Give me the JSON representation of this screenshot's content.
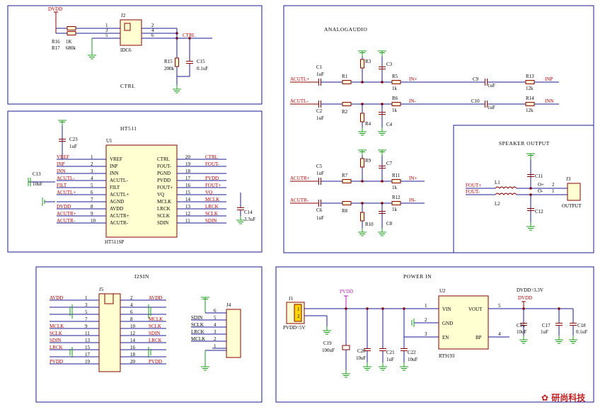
{
  "colors": {
    "frame": "#1b1b8f",
    "wire": "#8b0000",
    "ground": "#1a9c1a",
    "power": "#b11eb1",
    "part": "#ffffd2"
  },
  "ctrl": {
    "title": "CTRL",
    "dvdd": "DVDD",
    "j2": "J2",
    "j2v": "IDC6",
    "r16": "R16",
    "r17": "R17",
    "r16v": "1K",
    "r17v": "680k",
    "r15": "R15",
    "r15v": "200k",
    "c15": "C15",
    "c15v": "0.1uF",
    "net": "CTRL",
    "p1": "1",
    "p2": "2",
    "p3": "3",
    "p4": "4",
    "p5": "5",
    "p6": "6"
  },
  "ht": {
    "title": "HT511",
    "ic": "U1",
    "icv": "HT511SP",
    "c23": "C23",
    "c23v": "1uF",
    "c13": "C13",
    "c13v": "10uF",
    "c14": "C14",
    "c14v": "3.3uF",
    "lpins": [
      "VREF",
      "INP",
      "INN",
      "ACUTL-",
      "FILT",
      "ACUTL+",
      "AGND",
      "AVDD",
      "ACUTR+",
      "ACUTR-"
    ],
    "rpins": [
      "CTRL",
      "FOUT-",
      "PGND",
      "PVDD",
      "FOUT+",
      "VQ",
      "MCLK",
      "LRCK",
      "SCLK",
      "SDIN"
    ],
    "lnums": [
      "1",
      "2",
      "3",
      "4",
      "5",
      "6",
      "7",
      "8",
      "9",
      "10"
    ],
    "rnums": [
      "20",
      "19",
      "18",
      "17",
      "16",
      "15",
      "14",
      "13",
      "12",
      "11"
    ],
    "lnets": [
      "VREF",
      "INP",
      "INN",
      "ACUTL-",
      "FILT",
      "ACUTL+",
      "",
      "DVDD",
      "ACUTR+",
      "ACUTR-"
    ],
    "rnets": [
      "CTRL",
      "FOUT-",
      "",
      "PVDD",
      "FOUT+",
      "VQ",
      "MCLK",
      "LRCK",
      "SCLK",
      "SDIN"
    ]
  },
  "audio": {
    "title": "ANALOGAUDIO",
    "r1": "R1",
    "r2": "R2",
    "r3": "R3",
    "r4": "R4",
    "r5": "R5",
    "r6": "R6",
    "r7": "R7",
    "r8": "R8",
    "r9": "R9",
    "r10": "R10",
    "r11": "R11",
    "r12": "R12",
    "r13": "R13",
    "r14": "R14",
    "c1": "C1",
    "c2": "C2",
    "c3": "C3",
    "c4": "C4",
    "c5": "C5",
    "c6": "C6",
    "c7": "C7",
    "c8": "C8",
    "c9": "C9",
    "c10": "C10",
    "uf": "1uF",
    "k1": "1k",
    "k12": "12k",
    "inp": "IN+",
    "inn": "IN-",
    "inpl": "INP",
    "innl": "INN",
    "acutlp": "ACUTL+",
    "acutlm": "ACUTL-",
    "acutrp": "ACUTR+",
    "acutrm": "ACUTR-"
  },
  "spk": {
    "title": "SPEAKER OUTPUT",
    "l1": "L1",
    "l2": "L2",
    "c11": "C11",
    "c12": "C12",
    "j3": "J3",
    "out": "OUTPUT",
    "foutp": "FOUT+",
    "foutm": "FOUT-",
    "op": "O+",
    "om": "O-",
    "n2": "2",
    "n1": "1"
  },
  "i2s": {
    "title": "I2SIN",
    "j5": "J5",
    "j4": "J4",
    "left": [
      "AVDD",
      "",
      "",
      "",
      "MCLK",
      "SCLK",
      "SDIN",
      "LRCK",
      "",
      "",
      "PVDD"
    ],
    "lnum": [
      "1",
      "3",
      "5",
      "7",
      "9",
      "11",
      "13",
      "15",
      "17",
      "19"
    ],
    "rnum": [
      "2",
      "4",
      "6",
      "8",
      "10",
      "12",
      "14",
      "16",
      "18",
      "20"
    ],
    "right": [
      "AVDD",
      "",
      "",
      "MCLK",
      "SCLK",
      "SDIN",
      "LRCK",
      "",
      "",
      "PVDD"
    ],
    "j4nets": [
      "SDIN",
      "SCLK",
      "LRCK",
      "MCLK"
    ],
    "j4num": [
      "6",
      "5",
      "4",
      "3",
      "2",
      "1"
    ]
  },
  "power": {
    "title": "POWER IN",
    "j1": "J1",
    "pv": "PVDD",
    "pvdd5": "PVDD=5V",
    "c19": "C19",
    "c19v": "100uF",
    "c20": "C20",
    "c20v": "10uF",
    "c21": "C21",
    "c21v": "1uF",
    "c22": "C22",
    "c22v": "10uF",
    "u2": "U2",
    "u2v": "RT9193",
    "vin": "VIN",
    "gnd": "GND",
    "en": "EN",
    "vout": "VOUT",
    "bp": "BP",
    "p1": "1",
    "p2": "2",
    "p3": "3",
    "p4": "4",
    "p5": "5",
    "dvdd": "DVDD",
    "dvddv": "DVDD=3.3V",
    "c16": "C16",
    "c16v": "10uF",
    "c17": "C17",
    "c17v": "1uF",
    "c18": "C18",
    "c18v": "0.1uF"
  },
  "logo": "研尚科技"
}
